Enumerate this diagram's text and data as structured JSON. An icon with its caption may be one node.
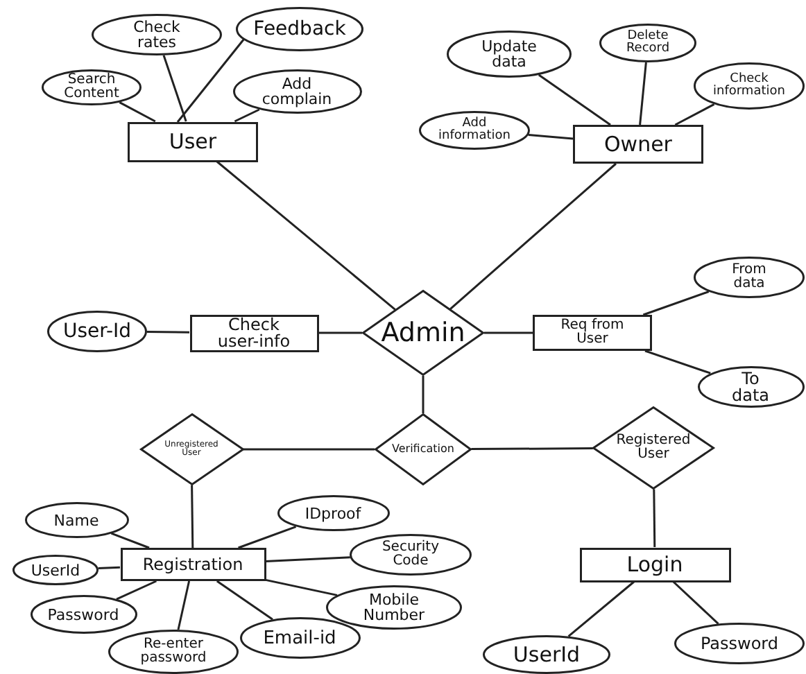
{
  "diagram": {
    "nodes": [
      {
        "text": [
          "User"
        ]
      },
      {
        "text": [
          "Search Content"
        ]
      },
      {
        "text": [
          "Check rates"
        ]
      },
      {
        "text": [
          "Feedback"
        ]
      },
      {
        "text": [
          "Add complain"
        ]
      },
      {
        "text": [
          "Owner"
        ]
      },
      {
        "text": [
          "Update data"
        ]
      },
      {
        "text": [
          "Delete Record"
        ]
      },
      {
        "text": [
          "Check information"
        ]
      },
      {
        "text": [
          "Add information"
        ]
      },
      {
        "text": [
          "Admin"
        ]
      },
      {
        "text": [
          "Check user-info"
        ]
      },
      {
        "text": [
          "User-Id"
        ]
      },
      {
        "text": [
          "Req from User"
        ]
      },
      {
        "text": [
          "From data"
        ]
      },
      {
        "text": [
          "To data"
        ]
      },
      {
        "text": [
          "Verification"
        ]
      },
      {
        "text": [
          "Unregistered User"
        ]
      },
      {
        "text": [
          "Registered User"
        ]
      },
      {
        "text": [
          "Registration"
        ]
      },
      {
        "text": [
          "Name"
        ]
      },
      {
        "text": [
          "UserId"
        ]
      },
      {
        "text": [
          "Password"
        ]
      },
      {
        "text": [
          "Re-enter password"
        ]
      },
      {
        "text": [
          "IDproof"
        ]
      },
      {
        "text": [
          "Security Code"
        ]
      },
      {
        "text": [
          "Mobile Number"
        ]
      },
      {
        "text": [
          "Email-id"
        ]
      },
      {
        "text": [
          "Login"
        ]
      },
      {
        "text": [
          "UserId"
        ]
      },
      {
        "text": [
          "Password"
        ]
      }
    ],
    "edges": [
      {
        "from": 0,
        "to": 1,
        "arrow": "none"
      },
      {
        "from": 0,
        "to": 2,
        "arrow": "none"
      },
      {
        "from": 0,
        "to": 3,
        "arrow": "none"
      },
      {
        "from": 0,
        "to": 4,
        "arrow": "none"
      },
      {
        "from": 5,
        "to": 6,
        "arrow": "none"
      },
      {
        "from": 5,
        "to": 7,
        "arrow": "none"
      },
      {
        "from": 5,
        "to": 8,
        "arrow": "none"
      },
      {
        "from": 5,
        "to": 9,
        "arrow": "none"
      },
      {
        "from": 0,
        "to": 10,
        "arrow": "none"
      },
      {
        "from": 5,
        "to": 10,
        "arrow": "none"
      },
      {
        "from": 10,
        "to": 11,
        "arrow": "none"
      },
      {
        "from": 11,
        "to": 12,
        "arrow": "none"
      },
      {
        "from": 10,
        "to": 13,
        "arrow": "none"
      },
      {
        "from": 13,
        "to": 14,
        "arrow": "none"
      },
      {
        "from": 13,
        "to": 15,
        "arrow": "none"
      },
      {
        "from": 10,
        "to": 16,
        "arrow": "none"
      },
      {
        "from": 16,
        "to": 17,
        "arrow": "none"
      },
      {
        "from": 16,
        "to": 18,
        "arrow": "none"
      },
      {
        "from": 17,
        "to": 19,
        "arrow": "none"
      },
      {
        "from": 18,
        "to": 28,
        "arrow": "none"
      },
      {
        "from": 19,
        "to": 20,
        "arrow": "none"
      },
      {
        "from": 19,
        "to": 21,
        "arrow": "none"
      },
      {
        "from": 19,
        "to": 22,
        "arrow": "none"
      },
      {
        "from": 19,
        "to": 23,
        "arrow": "none"
      },
      {
        "from": 19,
        "to": 24,
        "arrow": "none"
      },
      {
        "from": 19,
        "to": 25,
        "arrow": "none"
      },
      {
        "from": 19,
        "to": 26,
        "arrow": "none"
      },
      {
        "from": 19,
        "to": 27,
        "arrow": "none"
      },
      {
        "from": 28,
        "to": 29,
        "arrow": "none"
      },
      {
        "from": 28,
        "to": 30,
        "arrow": "none"
      }
    ]
  }
}
